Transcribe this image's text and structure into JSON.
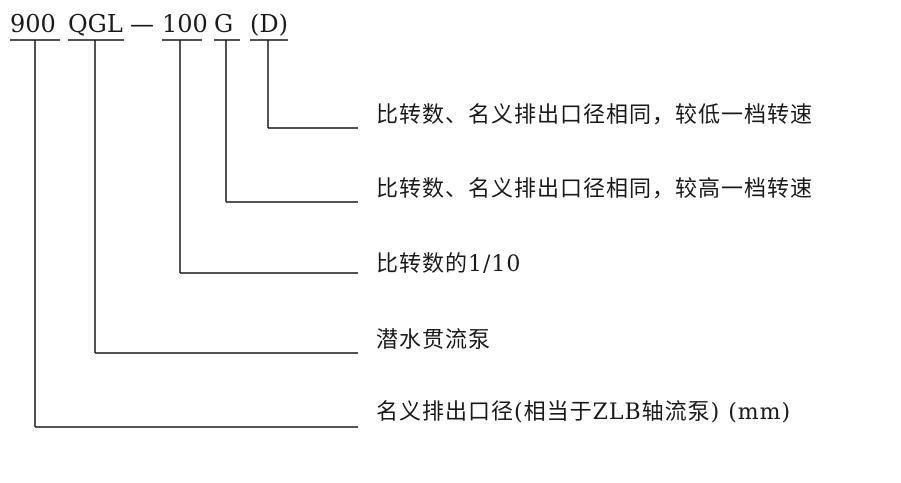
{
  "code_segments": [
    {
      "id": "size",
      "text": "900"
    },
    {
      "id": "type",
      "text": "QGL"
    },
    {
      "id": "dash",
      "text": "—"
    },
    {
      "id": "speed",
      "text": "100"
    },
    {
      "id": "higher",
      "text": "G"
    },
    {
      "id": "lower",
      "text": "(D)"
    }
  ],
  "descriptions": {
    "lower": "比转数、名义排出口径相同，较低一档转速",
    "higher": "比转数、名义排出口径相同，较高一档转速",
    "speed": "比转数的1/10",
    "type": "潜水贯流泵",
    "size": "名义排出口径(相当于ZLB轴流泵) (mm)"
  }
}
